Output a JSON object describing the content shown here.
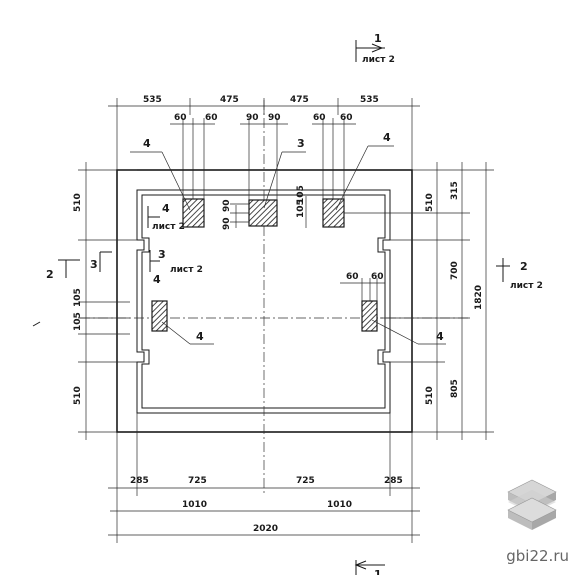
{
  "drawing": {
    "top_dims": [
      "535",
      "475",
      "475",
      "535"
    ],
    "top_small": [
      "60",
      "60",
      "90",
      "90",
      "60",
      "60"
    ],
    "bottom_dims": [
      "285",
      "725",
      "725",
      "285"
    ],
    "bottom_mid": [
      "1010",
      "1010"
    ],
    "bottom_total": "2020",
    "left_dims": [
      "510",
      "105",
      "105",
      "510"
    ],
    "left_small": [
      "90",
      "90"
    ],
    "mid_small": [
      "105",
      "105"
    ],
    "right_inner": [
      "510",
      "510"
    ],
    "right_mid": [
      "315",
      "700",
      "805"
    ],
    "right_total": "1820",
    "right_pipe": [
      "60",
      "60"
    ],
    "labels": {
      "top_left_4": "4",
      "top_mid_3": "3",
      "top_right_4": "4",
      "bottom_left_4": "4",
      "bottom_right_4": "4",
      "inner_4": "4",
      "inner_3": "3"
    },
    "section_marks": {
      "top_num": "1",
      "top_sheet": "лист 2",
      "left_num": "2",
      "left_3": "3",
      "right_num": "2",
      "right_sheet": "лист 2",
      "inner4_sheet": "лист 2",
      "inner3_sheet": "лист 2",
      "bottom_num": "1"
    }
  },
  "watermark": "gbi22.ru"
}
